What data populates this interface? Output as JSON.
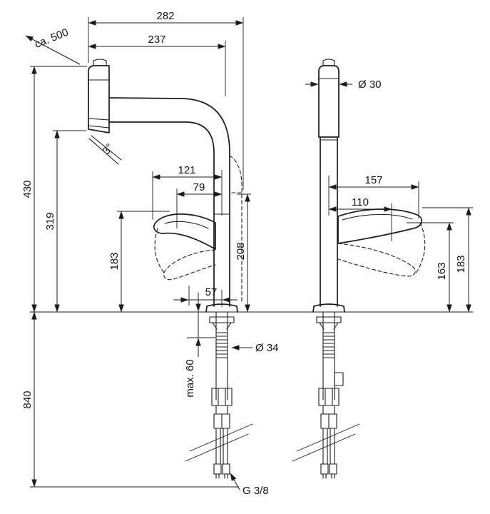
{
  "colors": {
    "ink": "#1c1c1c",
    "background": "#ffffff"
  },
  "drawing": {
    "side_view": {
      "overall_depth": "282",
      "spout_reach": "237",
      "pullout_hose": "ca. 500",
      "spray_angle": "3°",
      "total_height": "430",
      "spout_outlet_height": "319",
      "handle_height": "183",
      "handle_reach": "121",
      "handle_grip_reach": "79",
      "base_depth": "57",
      "swivel_outlet_height": "208",
      "hose_length": "840",
      "max_deck_thickness": "max. 60",
      "tap_hole_diameter": "Ø 34",
      "connection_thread": "G 3/8"
    },
    "front_view": {
      "body_diameter": "Ø 30",
      "handle_reach": "157",
      "handle_grip_reach": "110",
      "handle_grip_height": "163",
      "handle_tip_height": "183"
    }
  }
}
